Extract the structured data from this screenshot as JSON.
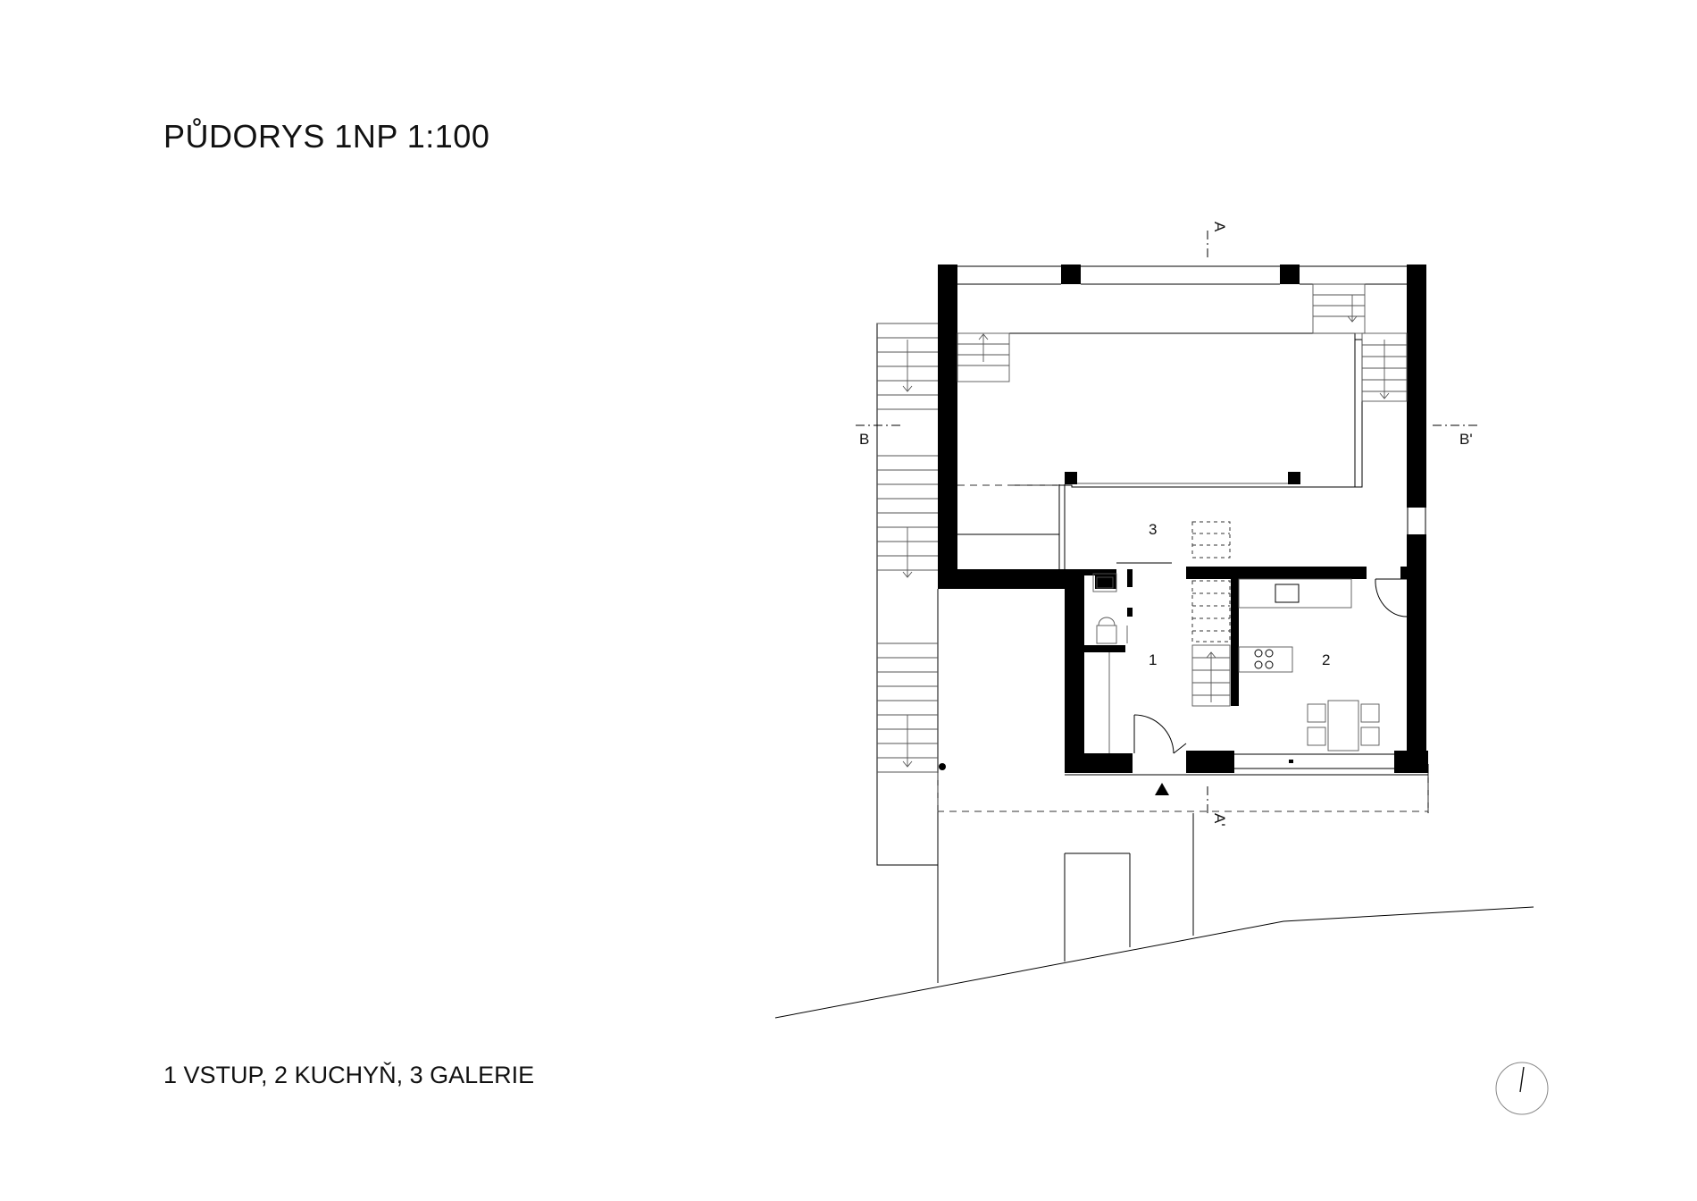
{
  "title": "PŮDORYS 1NP 1:100",
  "legend": "1 VSTUP, 2 KUCHYŇ, 3 GALERIE",
  "rooms": [
    {
      "number": "1"
    },
    {
      "number": "2"
    },
    {
      "number": "3"
    }
  ],
  "sections": {
    "a_top": "A",
    "a_bottom": "A'",
    "b_left": "B",
    "b_right": "B'"
  },
  "icons": {
    "entrance": "entrance-triangle-icon",
    "north": "north-arrow-icon",
    "stove": "cooktop-icon",
    "toilet": "toilet-icon"
  }
}
